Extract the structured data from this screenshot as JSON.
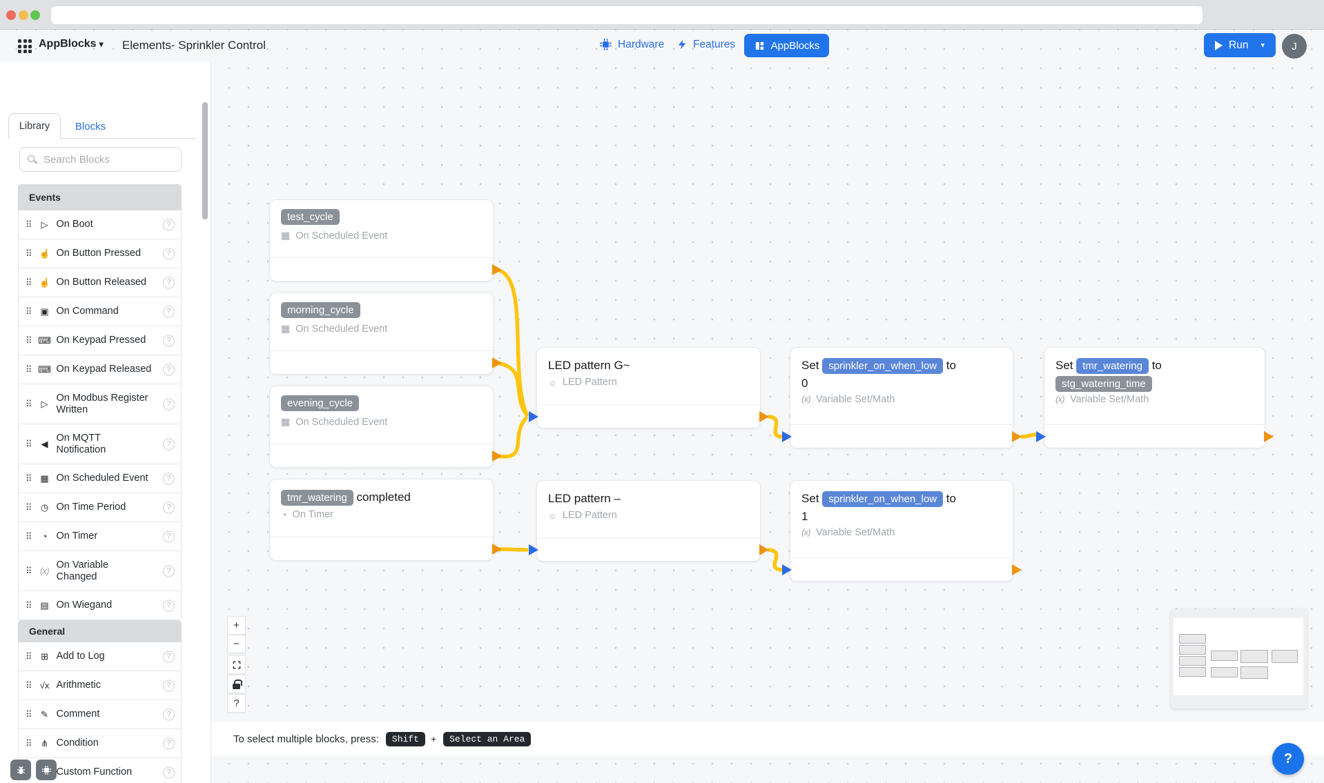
{
  "header": {
    "app_name": "AppBlocks",
    "menu_caret": "▾",
    "title": "Elements- Sprinkler Control",
    "nav_hardware": "Hardware",
    "nav_features": "Features",
    "nav_appblocks": "AppBlocks",
    "run_label": "Run",
    "run_caret": "▾",
    "avatar_initial": "J"
  },
  "sidebar": {
    "tab_library": "Library",
    "tab_blocks": "Blocks",
    "search_placeholder": "Search Blocks",
    "section_events": "Events",
    "section_general": "General",
    "drag_glyph": "⠿",
    "help_glyph": "?",
    "events_items": [
      {
        "label": "On Boot",
        "glyph": "▷"
      },
      {
        "label": "On Button Pressed",
        "glyph": "☝"
      },
      {
        "label": "On Button Released",
        "glyph": "☝"
      },
      {
        "label": "On Command",
        "glyph": "▣"
      },
      {
        "label": "On Keypad Pressed",
        "glyph": "⌨"
      },
      {
        "label": "On Keypad Released",
        "glyph": "⌨"
      },
      {
        "label": "On Modbus Register\nWritten",
        "glyph": "▷"
      },
      {
        "label": "On MQTT\nNotification",
        "glyph": "◀"
      },
      {
        "label": "On Scheduled Event",
        "glyph": "▦"
      },
      {
        "label": "On Time Period",
        "glyph": "◷"
      },
      {
        "label": "On Timer",
        "glyph": "◔"
      },
      {
        "label": "On Variable\nChanged",
        "glyph": "(x)"
      },
      {
        "label": "On Wiegand",
        "glyph": "▤"
      }
    ],
    "general_items": [
      {
        "label": "Add to Log",
        "glyph": "⊞"
      },
      {
        "label": "Arithmetic",
        "glyph": "√x"
      },
      {
        "label": "Comment",
        "glyph": "✎"
      },
      {
        "label": "Condition",
        "glyph": "⋔"
      },
      {
        "label": "Custom Function",
        "glyph": "{ }"
      }
    ]
  },
  "canvas": {
    "controls": {
      "zoom_in": "+",
      "zoom_out": "−",
      "help": "?"
    },
    "nodes": {
      "test_cycle": {
        "badge": "test_cycle",
        "subtitle": "On Scheduled Event",
        "icon_glyph": "▦"
      },
      "morning_cycle": {
        "badge": "morning_cycle",
        "subtitle": "On Scheduled Event",
        "icon_glyph": "▦"
      },
      "evening_cycle": {
        "badge": "evening_cycle",
        "subtitle": "On Scheduled Event",
        "icon_glyph": "▦"
      },
      "tmr_completed": {
        "badge": "tmr_watering",
        "suffix": "completed",
        "subtitle": "On Timer",
        "icon_glyph": "◔"
      },
      "led_g": {
        "title": "LED pattern G~",
        "subtitle": "LED Pattern",
        "icon_glyph": "☼"
      },
      "led_dash": {
        "title": "LED pattern –",
        "subtitle": "LED Pattern",
        "icon_glyph": "☼"
      },
      "set_low_0": {
        "pre": "Set",
        "var": "sprinkler_on_when_low",
        "mid": "to",
        "value": "0",
        "subtitle": "Variable Set/Math",
        "icon_label": "(x)"
      },
      "set_tmr": {
        "pre": "Set",
        "var": "tmr_watering",
        "mid": "to",
        "value_badge": "stg_watering_time",
        "subtitle": "Variable Set/Math",
        "icon_label": "(x)"
      },
      "set_low_1": {
        "pre": "Set",
        "var": "sprinkler_on_when_low",
        "mid": "to",
        "value": "1",
        "subtitle": "Variable Set/Math",
        "icon_label": "(x)"
      }
    },
    "hint": {
      "text": "To select multiple blocks, press:",
      "key_shift": "Shift",
      "plus": "+",
      "key_area": "Select an Area"
    },
    "help_button": "?"
  },
  "colors": {
    "accent_blue": "#2174ea",
    "wire_yellow": "#fdc511",
    "port_in_blue": "#2b6be4",
    "port_out_orange": "#ee9310",
    "badge_gray": "#8b9199",
    "badge_blue": "#5a86d8"
  }
}
